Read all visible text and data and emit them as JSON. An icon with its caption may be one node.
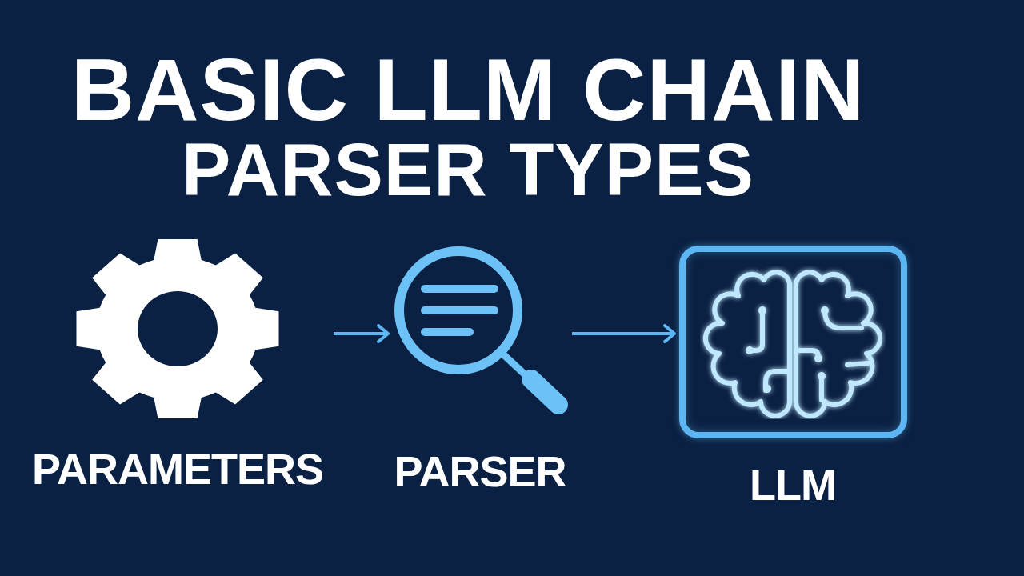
{
  "diagram": {
    "title": "BASIC LLM CHAIN PARSER TYPES",
    "nodes": [
      {
        "text": [
          "PARAMETERS"
        ]
      },
      {
        "text": [
          "PARSER"
        ]
      },
      {
        "text": [
          "LLM"
        ]
      }
    ],
    "edges": [
      {
        "from": 0,
        "to": 1,
        "arrow": "to"
      },
      {
        "from": 1,
        "to": 2,
        "arrow": "to"
      }
    ]
  }
}
